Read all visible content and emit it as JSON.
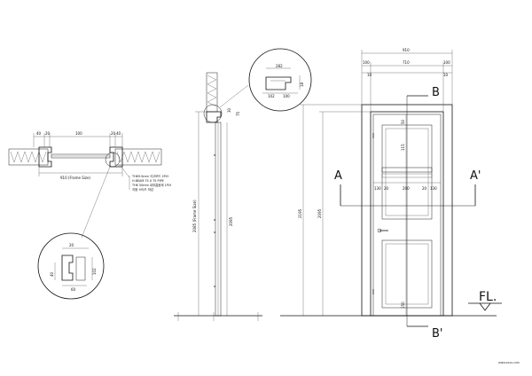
{
  "plan": {
    "dim_top": [
      "40",
      "20",
      "100",
      "20",
      "40"
    ],
    "dim_bottom": "910 (Frame Size)",
    "notes": [
      "THK9.5mm 석고보드 2PLY",
      "H.BEAM 75 X 75 PIPE",
      "THK 50mm 내부흡음재 1PLY",
      "지붕 스터드 마감"
    ]
  },
  "plan_detail": {
    "dims": [
      "20",
      "40",
      "102",
      "60"
    ]
  },
  "section": {
    "frame_size_label": "2085 (Frame Size)",
    "dim_2095": "2095",
    "dims_head": [
      "30",
      "75"
    ]
  },
  "section_detail": {
    "dims": [
      "102",
      "100",
      "282",
      "18"
    ]
  },
  "elevation": {
    "overall_width": "910",
    "widths": [
      "100",
      "710",
      "100"
    ],
    "widths_small": [
      "10",
      "10"
    ],
    "heights": [
      "2195",
      "2095"
    ],
    "mid_dims": [
      "130",
      "20",
      "200",
      "20",
      "130"
    ],
    "side_dims": [
      "50",
      "115",
      "150"
    ],
    "section_marks": {
      "a": "A",
      "a_prime": "A'",
      "b": "B",
      "b_prime": "B'"
    },
    "floor_label": "FL."
  },
  "credit": "www.xxxx.com"
}
